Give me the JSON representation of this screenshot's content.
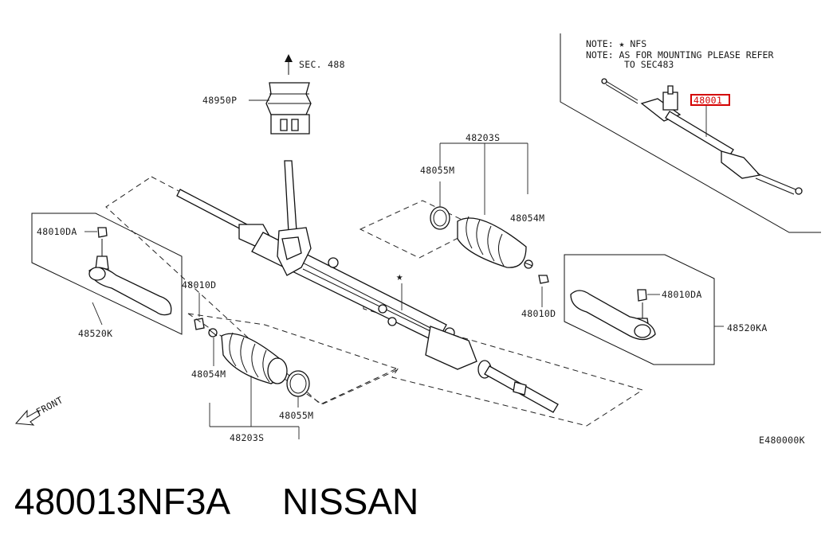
{
  "notes": {
    "line1": "NOTE: ★ NFS",
    "line2": "NOTE: AS FOR MOUNTING PLEASE REFER",
    "line3": "TO SEC483"
  },
  "labels": {
    "sec": "SEC. 488",
    "p48950P": "48950P",
    "p48203S_top": "48203S",
    "p48055M_top": "48055M",
    "p48054M_top": "48054M",
    "p48010D_right": "48010D",
    "p48010DA_left": "48010DA",
    "p48010D_left": "48010D",
    "p48520K": "48520K",
    "p48054M_bottom": "48054M",
    "p48055M_bottom": "48055M",
    "p48203S_bottom": "48203S",
    "p48010DA_right": "48010DA",
    "p48520KA": "48520KA",
    "highlight_part": "48001",
    "front": "FRONT",
    "diagram_code": "E480000K",
    "star": "★"
  },
  "footer": {
    "part_number": "480013NF3A",
    "brand": "NISSAN"
  },
  "colors": {
    "highlight": "#d40000",
    "line": "#111111"
  }
}
